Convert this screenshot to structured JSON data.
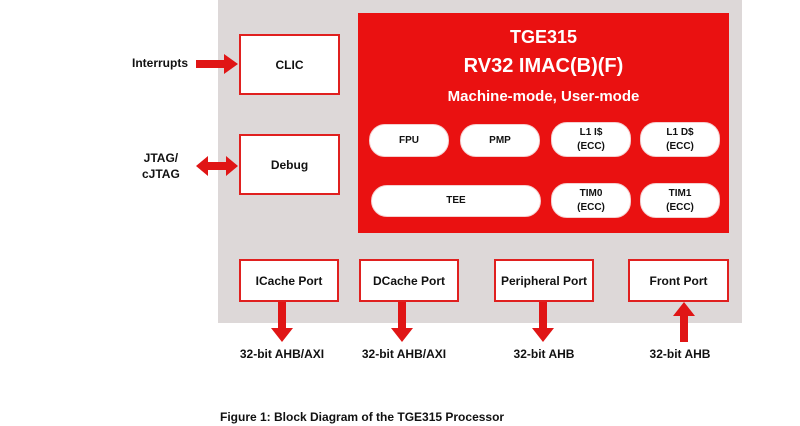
{
  "diagram": {
    "core": {
      "name": "TGE315",
      "isa": "RV32 IMAC(B)(F)",
      "modes": "Machine-mode, User-mode",
      "units": [
        {
          "id": "fpu",
          "label": "FPU",
          "sub": ""
        },
        {
          "id": "pmp",
          "label": "PMP",
          "sub": ""
        },
        {
          "id": "l1i",
          "label": "L1 I$",
          "sub": "(ECC)"
        },
        {
          "id": "l1d",
          "label": "L1 D$",
          "sub": "(ECC)"
        },
        {
          "id": "tee",
          "label": "TEE",
          "sub": ""
        },
        {
          "id": "tim0",
          "label": "TIM0",
          "sub": "(ECC)"
        },
        {
          "id": "tim1",
          "label": "TIM1",
          "sub": "(ECC)"
        }
      ]
    },
    "side_blocks": [
      {
        "label": "CLIC",
        "input_label": "Interrupts",
        "direction": "in"
      },
      {
        "label": "Debug",
        "input_label": "JTAG/\ncJTAG",
        "input_label_lines": [
          "JTAG/",
          "cJTAG"
        ],
        "direction": "bidirectional"
      }
    ],
    "ports": [
      {
        "label": "ICache Port",
        "bus": "32-bit AHB/AXI",
        "direction": "out"
      },
      {
        "label": "DCache Port",
        "bus": "32-bit AHB/AXI",
        "direction": "out"
      },
      {
        "label": "Peripheral Port",
        "bus": "32-bit AHB",
        "direction": "out"
      },
      {
        "label": "Front Port",
        "bus": "32-bit AHB",
        "direction": "in"
      }
    ],
    "colors": {
      "accent": "#ea1111",
      "panel": "#ddd8d8",
      "box_border": "#e0201f"
    }
  },
  "caption": "Figure 1: Block Diagram of the TGE315 Processor"
}
